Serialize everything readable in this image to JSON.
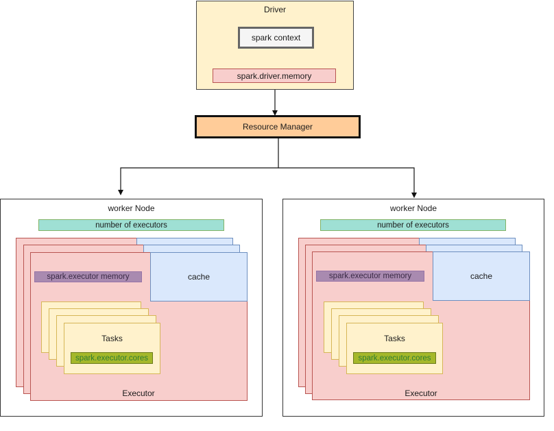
{
  "driver": {
    "title": "Driver",
    "spark_context": "spark context",
    "driver_memory": "spark.driver.memory"
  },
  "resource_manager": "Resource Manager",
  "worker_nodes": [
    {
      "title": "worker Node",
      "num_executors": "number of executors",
      "executor_memory": "spark.executor memory",
      "cache": "cache",
      "tasks": "Tasks",
      "executor_cores": "spark.executor.cores",
      "executor": "Executor"
    },
    {
      "title": "worker Node",
      "num_executors": "number of executors",
      "executor_memory": "spark.executor memory",
      "cache": "cache",
      "tasks": "Tasks",
      "executor_cores": "spark.executor.cores",
      "executor": "Executor"
    }
  ],
  "colors": {
    "driver_fill": "#fff2cc",
    "context_fill": "#f5f5f5",
    "driver_memory_fill": "#f8cecc",
    "resource_manager_fill": "#ffcc99",
    "num_executors_fill": "#9fe0d4",
    "executor_fill": "#f8cecc",
    "cache_fill": "#dae8fc",
    "executor_memory_fill": "#a98ab0",
    "task_fill": "#fff2cc",
    "cores_fill": "#a5b82a",
    "cores_text": "#2e7d32"
  }
}
